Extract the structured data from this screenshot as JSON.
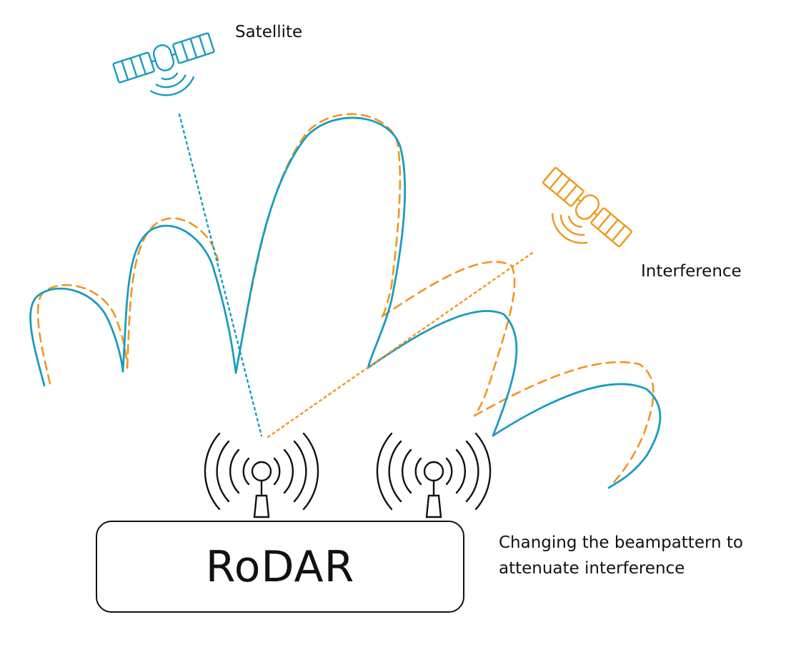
{
  "labels": {
    "satellite": "Satellite",
    "interference": "Interference",
    "caption_line1": "Changing the beampattern to",
    "caption_line2": "attenuate interference",
    "device": "RoDAR"
  },
  "colors": {
    "original_beampattern": "#1a9cbf",
    "adapted_beampattern": "#f0961e",
    "satellite_icon": "#1a9cbf",
    "interference_icon": "#f0961e",
    "ink": "#111111"
  },
  "icons": {
    "satellite": "satellite-icon",
    "interference": "interference-satellite-icon",
    "antenna_left": "antenna-icon",
    "antenna_right": "antenna-icon"
  }
}
